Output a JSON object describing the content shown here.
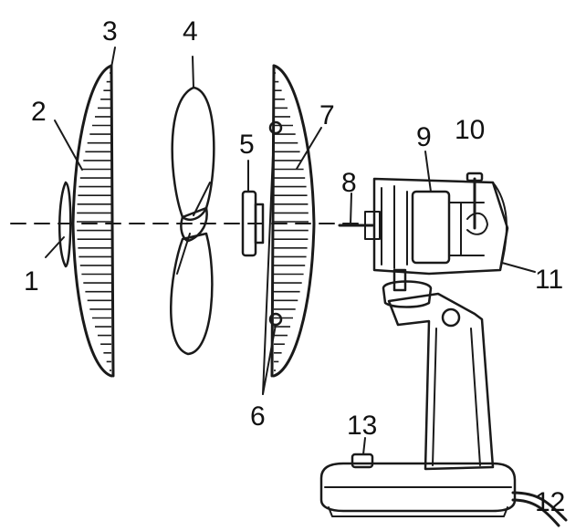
{
  "diagram": {
    "ink_color": "#1a1a1a",
    "background": "#ffffff",
    "labels": [
      {
        "id": "n1",
        "text": "1"
      },
      {
        "id": "n2",
        "text": "2"
      },
      {
        "id": "n3",
        "text": "3"
      },
      {
        "id": "n4",
        "text": "4"
      },
      {
        "id": "n5",
        "text": "5"
      },
      {
        "id": "n6",
        "text": "6"
      },
      {
        "id": "n7",
        "text": "7"
      },
      {
        "id": "n8",
        "text": "8"
      },
      {
        "id": "n9",
        "text": "9"
      },
      {
        "id": "n10",
        "text": "10"
      },
      {
        "id": "n11",
        "text": "11"
      },
      {
        "id": "n12",
        "text": "12"
      },
      {
        "id": "n13",
        "text": "13"
      }
    ]
  }
}
